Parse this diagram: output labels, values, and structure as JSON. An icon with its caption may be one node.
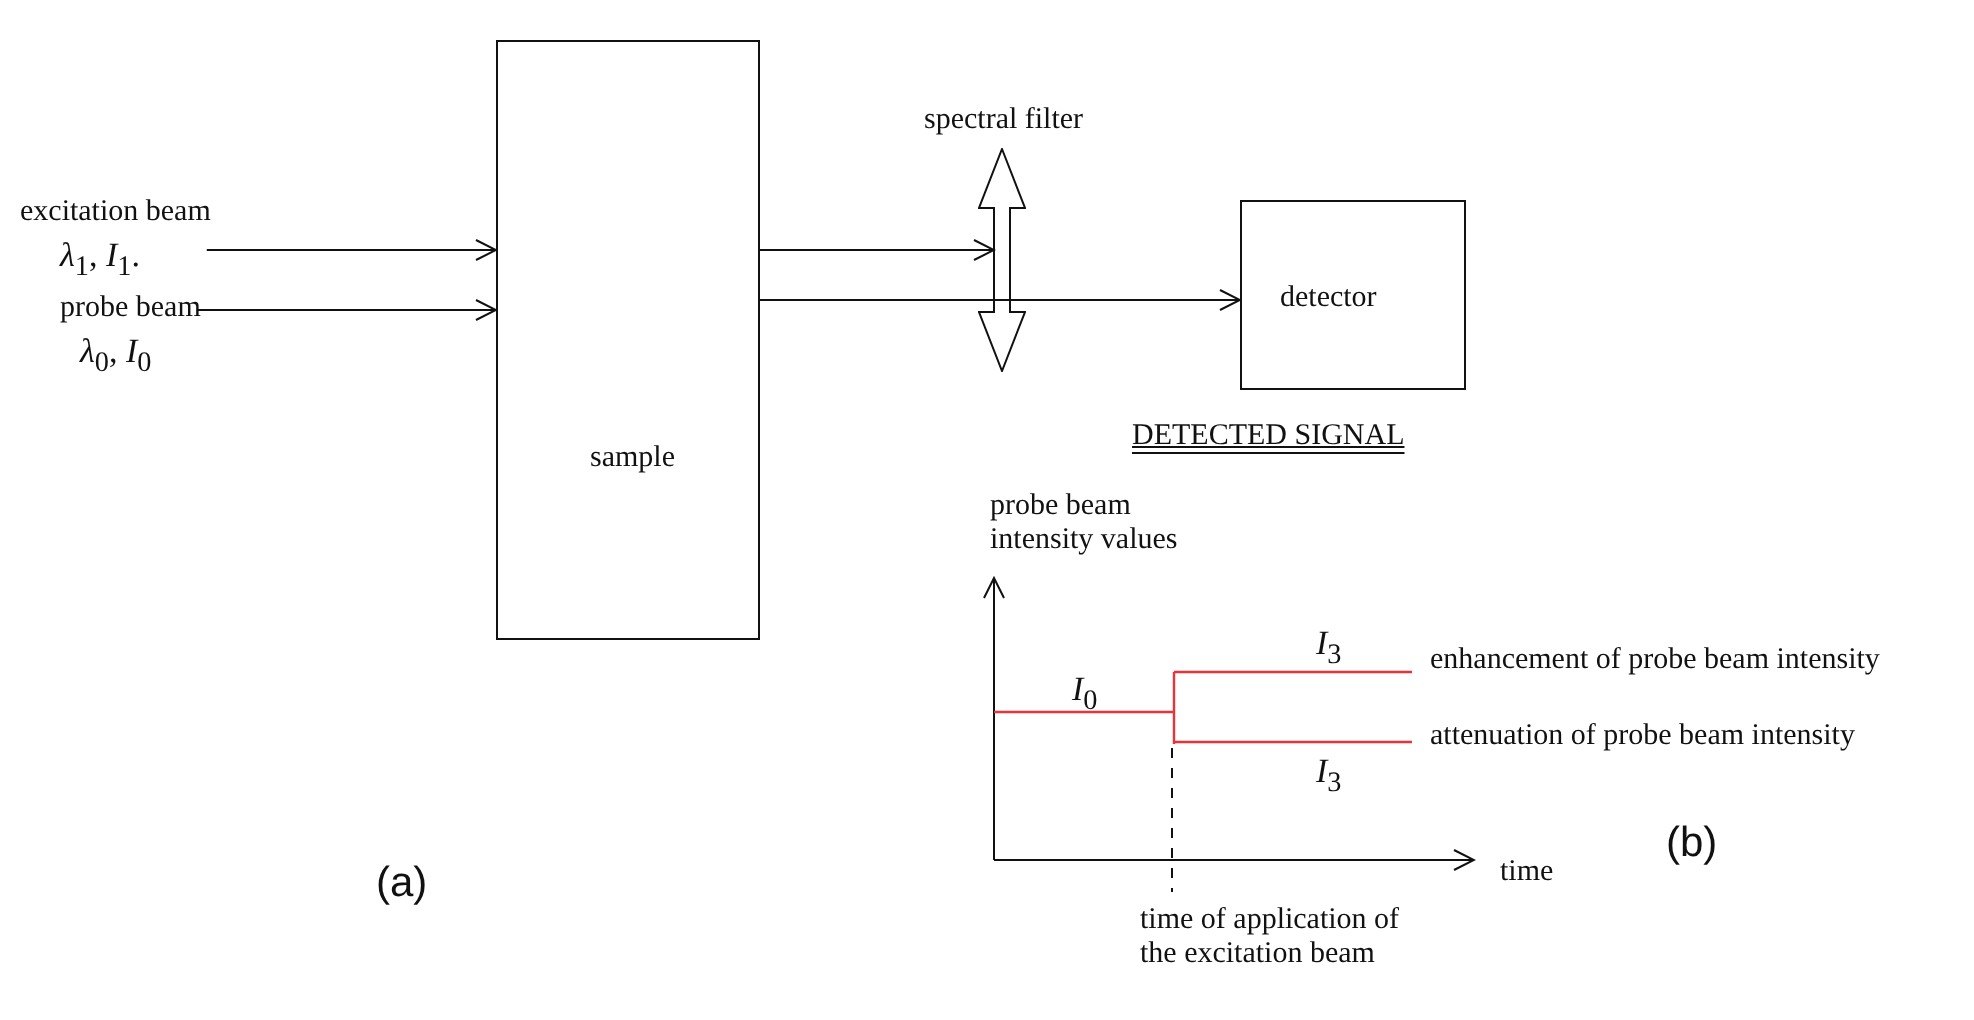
{
  "diagram": {
    "nodes": [
      {
        "text": [
          "excitation beam",
          "*λ*$_{1}$, *I*$_{1}$."
        ]
      },
      {
        "text": [
          "probe beam",
          "*λ*$_{0}$, *I*$_{0}$"
        ]
      },
      {
        "text": [
          "sample"
        ]
      },
      {
        "text": [
          "spectral filter"
        ]
      },
      {
        "text": [
          "detector"
        ]
      }
    ],
    "edges": [
      {
        "from": 0,
        "to": 2,
        "arrow": "to"
      },
      {
        "from": 1,
        "to": 2,
        "arrow": "to"
      },
      {
        "from": 2,
        "to": 3,
        "arrow": "to"
      },
      {
        "from": 2,
        "to": 4,
        "arrow": "to"
      }
    ],
    "labels": [
      "DETECTED SIGNAL",
      "probe beam intensity values",
      "*I*$_{3}$",
      "enhancement of probe beam intensity",
      "*I*$_{0}$",
      "attenuation of probe beam intensity",
      "*I*$_{3}$",
      "(b)",
      "time",
      "(a)",
      "time of application of the excitation beam"
    ]
  }
}
